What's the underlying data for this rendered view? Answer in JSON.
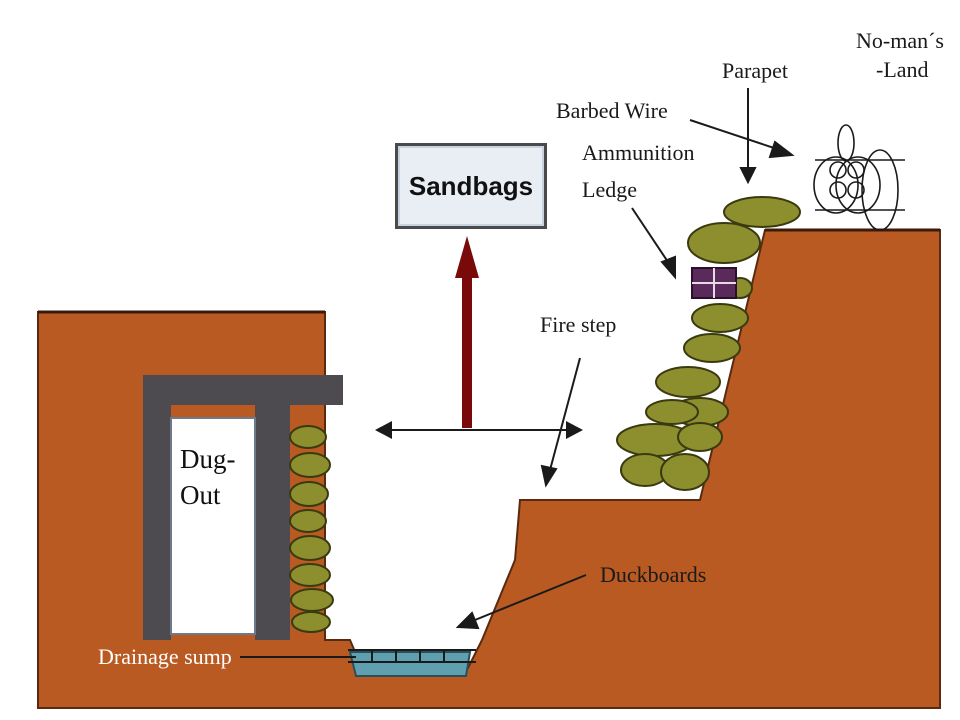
{
  "labels": {
    "no_mans_land_1": "No-man´s",
    "no_mans_land_2": "-Land",
    "parapet": "Parapet",
    "barbed_wire": "Barbed Wire",
    "ammunition_1": "Ammunition",
    "ammunition_2": "Ledge",
    "sandbags": "Sandbags",
    "fire_step": "Fire step",
    "dug_out_1": "Dug-",
    "dug_out_2": "Out",
    "duckboards": "Duckboards",
    "drainage_sump": "Drainage sump"
  },
  "colors": {
    "earth": "#b85a22",
    "dugout_frame": "#4d4a50",
    "sandbag": "#8d8f2e",
    "water": "#5fa0b0",
    "arrow": "#1a1a1a",
    "up_arrow": "#7a0a0a"
  }
}
